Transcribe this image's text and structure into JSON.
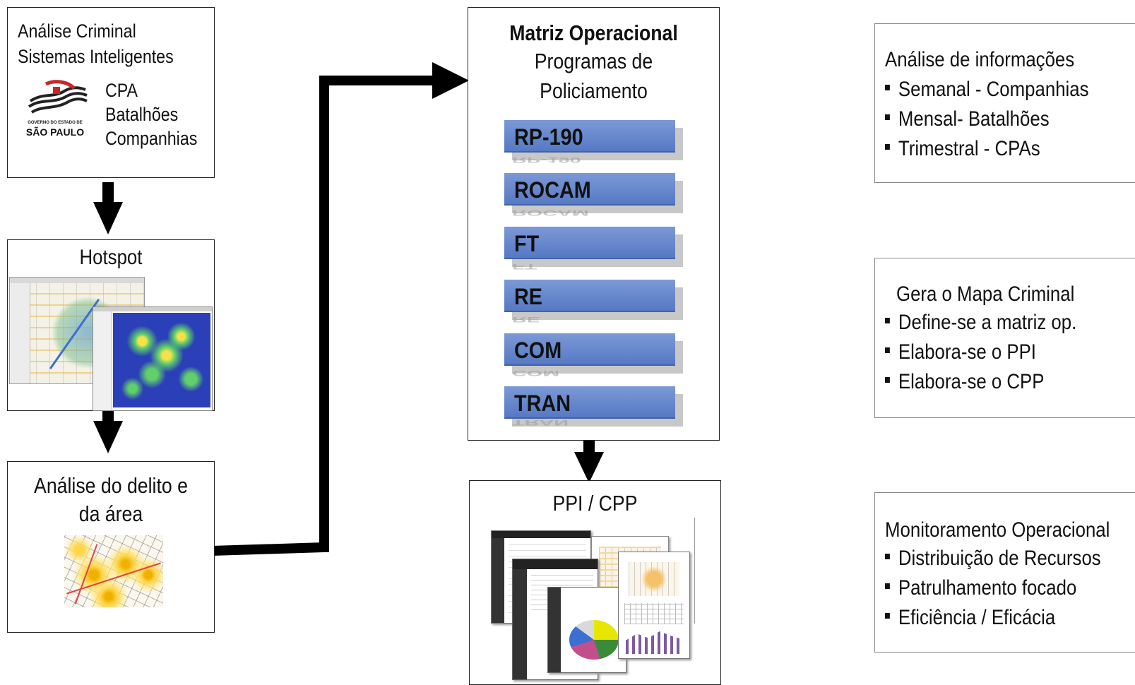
{
  "box_analise_criminal": {
    "line1": "Análise Criminal",
    "line2": "Sistemas Inteligentes",
    "logo_small_text": "GOVERNO DO ESTADO DE",
    "logo_text": "SÃO PAULO",
    "levels": [
      "CPA",
      "Batalhões",
      "Companhias"
    ]
  },
  "box_hotspot": {
    "title": "Hotspot"
  },
  "box_analise_delito": {
    "line1": "Análise do delito e",
    "line2": "da área"
  },
  "matriz": {
    "title": "Matriz Operacional",
    "subtitle_line1": "Programas de",
    "subtitle_line2": "Policiamento",
    "programs": [
      "RP-190",
      "ROCAM",
      "FT",
      "RE",
      "COM",
      "TRAN"
    ]
  },
  "box_ppi": {
    "title": "PPI / CPP"
  },
  "right_boxes": [
    {
      "title": "Análise de informações",
      "items": [
        "Semanal - Companhias",
        "Mensal- Batalhões",
        "Trimestral - CPAs"
      ]
    },
    {
      "title": "Gera o Mapa Criminal",
      "items": [
        "Define-se a matriz op.",
        "Elabora-se o PPI",
        "Elabora-se o CPP"
      ]
    },
    {
      "title": "Monitoramento Operacional",
      "items": [
        "Distribuição de Recursos",
        "Patrulhamento focado",
        "Eficiência / Eficácia"
      ]
    }
  ],
  "colors": {
    "program_bar": "#5b7cc6",
    "arrow": "#000000"
  }
}
